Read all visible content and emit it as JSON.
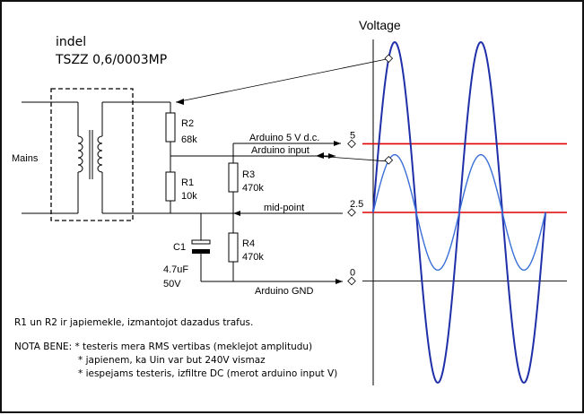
{
  "header": {
    "title": "indel",
    "part": "TSZZ 0,6/0003MP"
  },
  "circuit": {
    "mains": "Mains",
    "r2_name": "R2",
    "r2_value": "68k",
    "r1_name": "R1",
    "r1_value": "10k",
    "r3_name": "R3",
    "r3_value": "470k",
    "r4_name": "R4",
    "r4_value": "470k",
    "c1_name": "C1",
    "c1_value": "4.7uF",
    "c1_voltage": "50V",
    "net_5v": "Arduino 5 V d.c.",
    "net_input": "Arduino input",
    "net_mid": "mid-point",
    "net_gnd": "Arduino GND"
  },
  "notes": {
    "line1": "R1 un R2 ir japiemekle, izmantojot dazadus trafus.",
    "line2": "NOTA BENE: * testeris mera RMS vertibas (meklejot amplitudu)",
    "line3": "* japienem, ka Uin var but 240V vismaz",
    "line4": "* iespejams testeris, izfiltre DC (merot arduino input V)"
  },
  "chart_data": {
    "type": "line",
    "title": "Voltage",
    "yticks": [
      {
        "label": "5",
        "value": 5
      },
      {
        "label": "2.5",
        "value": 2.5
      },
      {
        "label": "0",
        "value": 0
      }
    ],
    "ylim": [
      -3.8,
      8.8
    ],
    "cycles": 2,
    "series": [
      {
        "role": "mains-transformer-output",
        "color": "#1f2fa8",
        "offset": 2.5,
        "amplitude": 6.2
      },
      {
        "role": "arduino-input",
        "color": "#3a6fd8",
        "offset": 2.5,
        "amplitude": 2.1
      }
    ],
    "reference_lines": [
      {
        "value": 5,
        "color": "#e00000"
      },
      {
        "value": 2.5,
        "color": "#e00000"
      }
    ]
  }
}
